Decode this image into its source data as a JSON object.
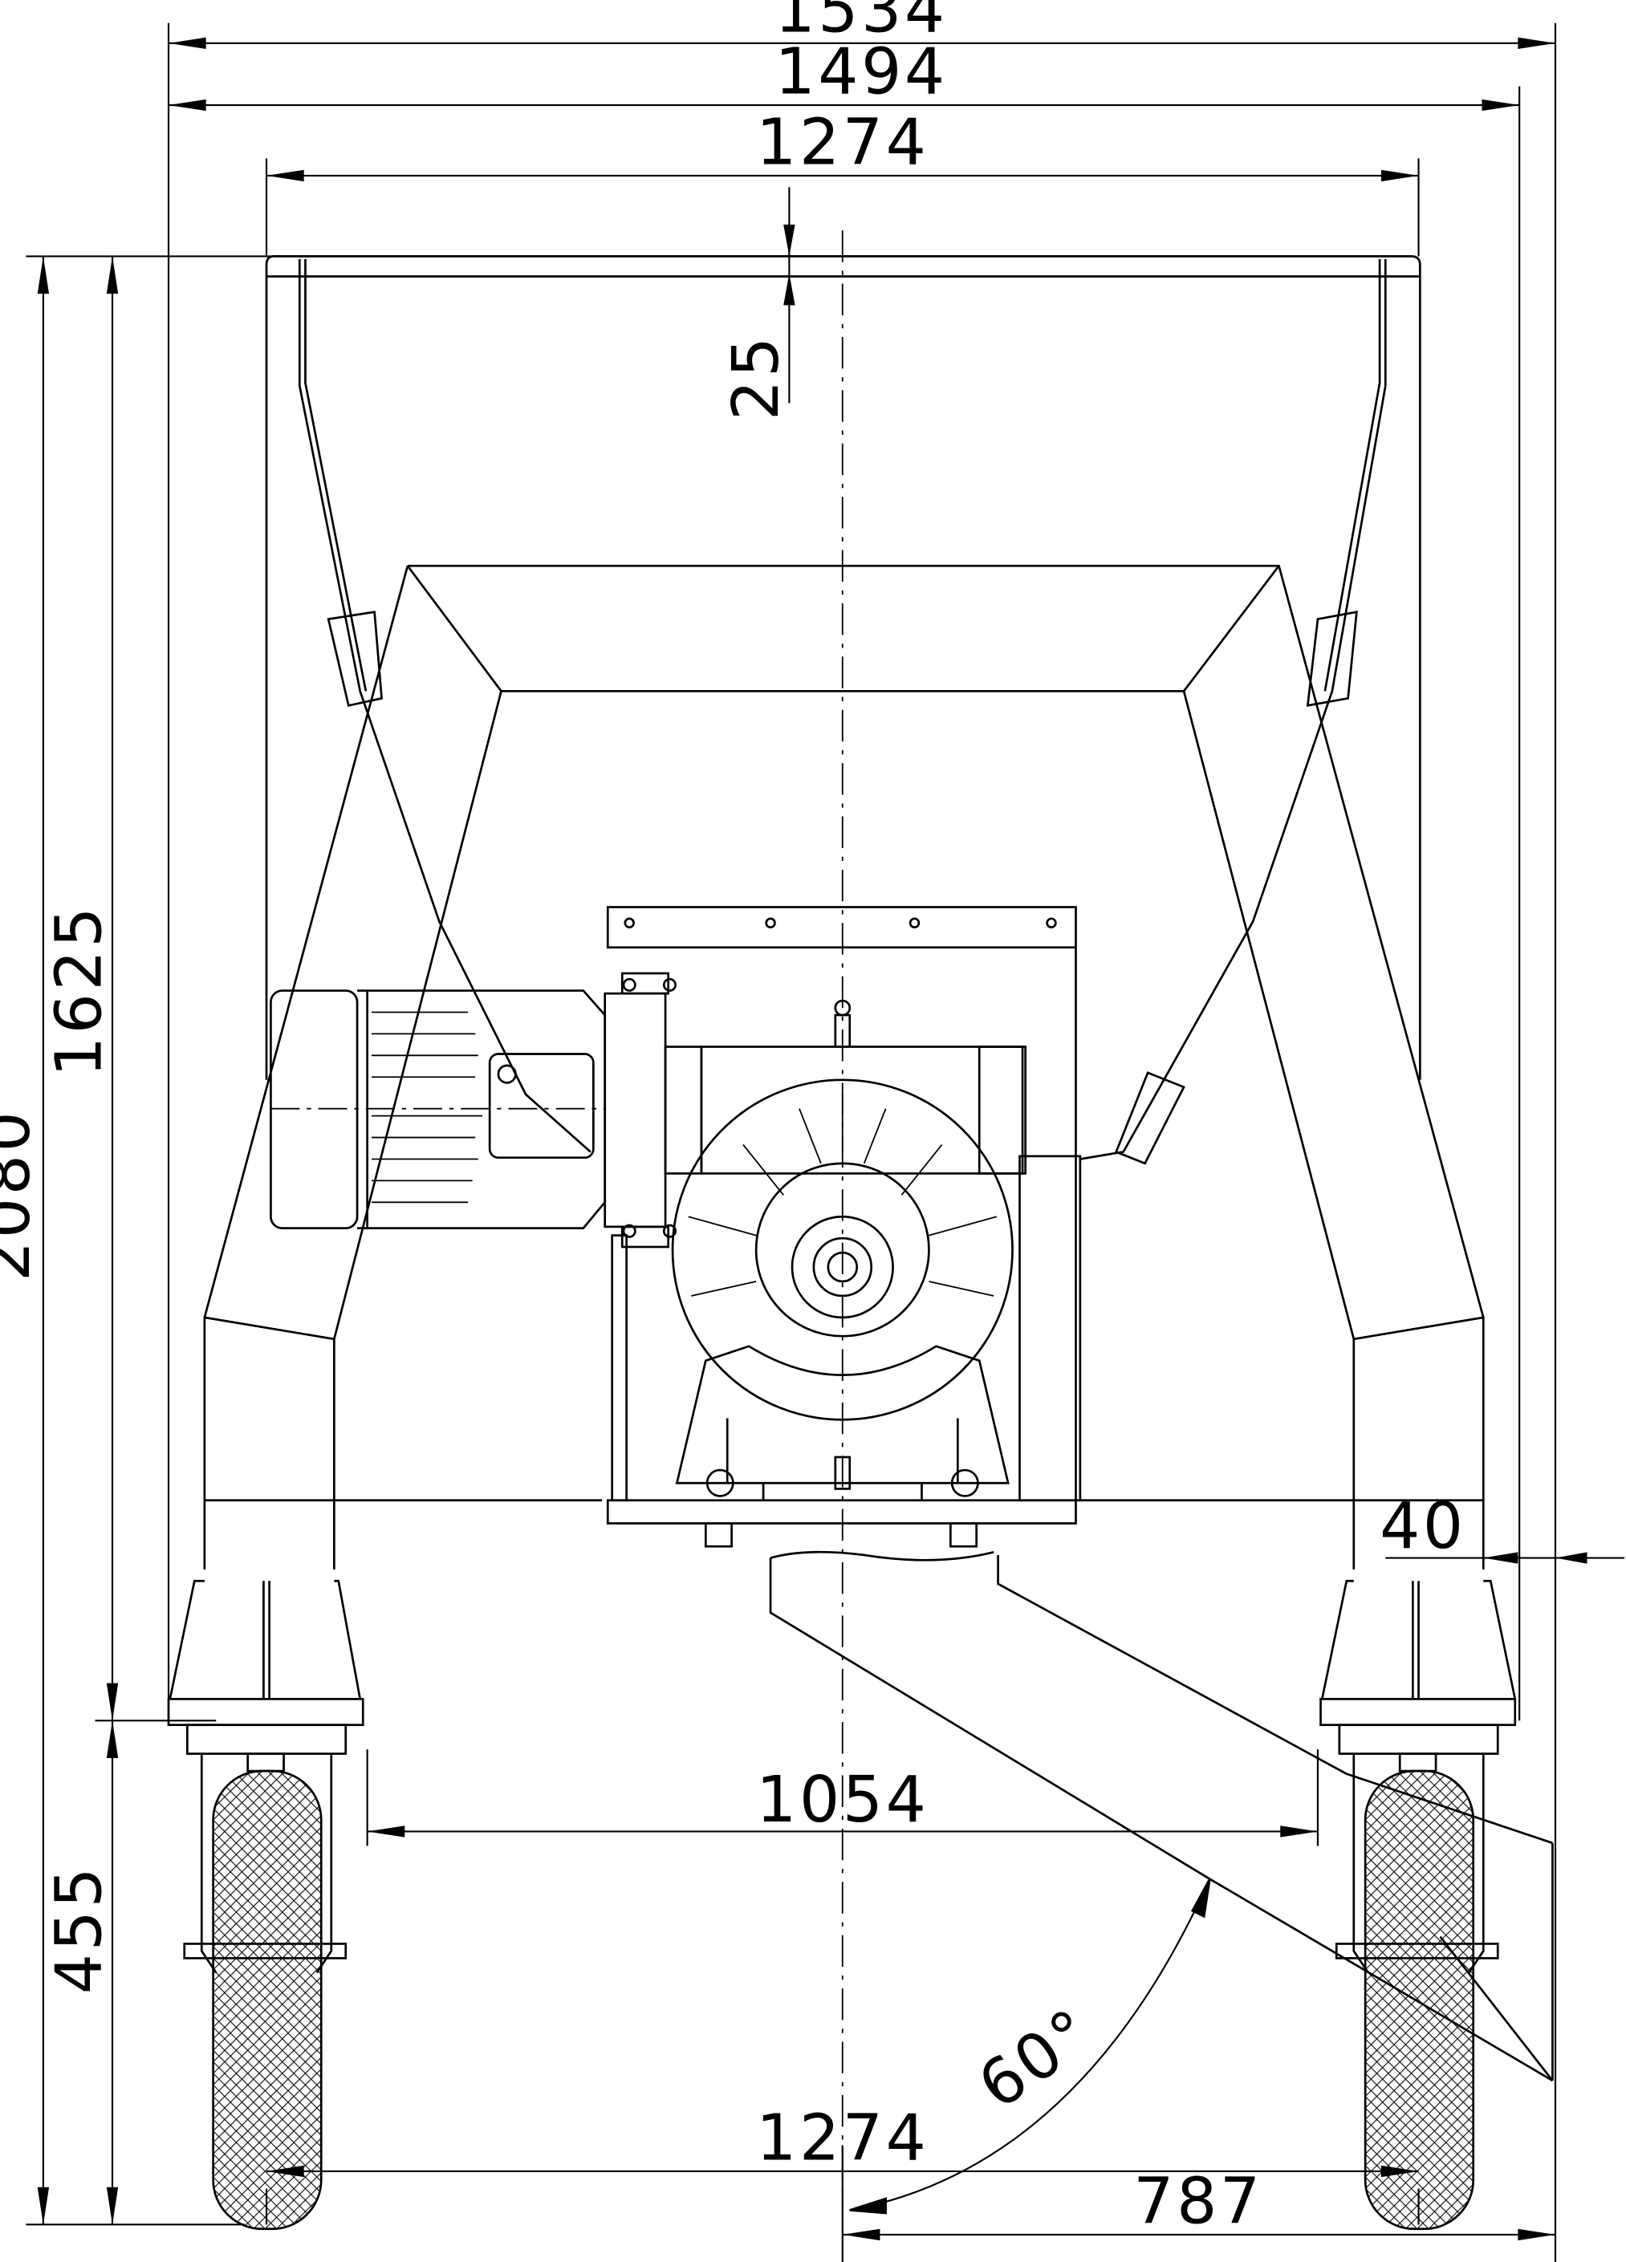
{
  "drawing": {
    "dimensions": {
      "overall_width": "1534",
      "frame_width": "1494",
      "hopper_width": "1274",
      "top_edge": "25",
      "height_upper": "1625",
      "total_height": "2080",
      "foot_offset": "40",
      "inner_wheel_span": "1054",
      "angle": "60°",
      "wheel_height": "455",
      "wheel_track": "1274",
      "offset_right": "787"
    }
  }
}
